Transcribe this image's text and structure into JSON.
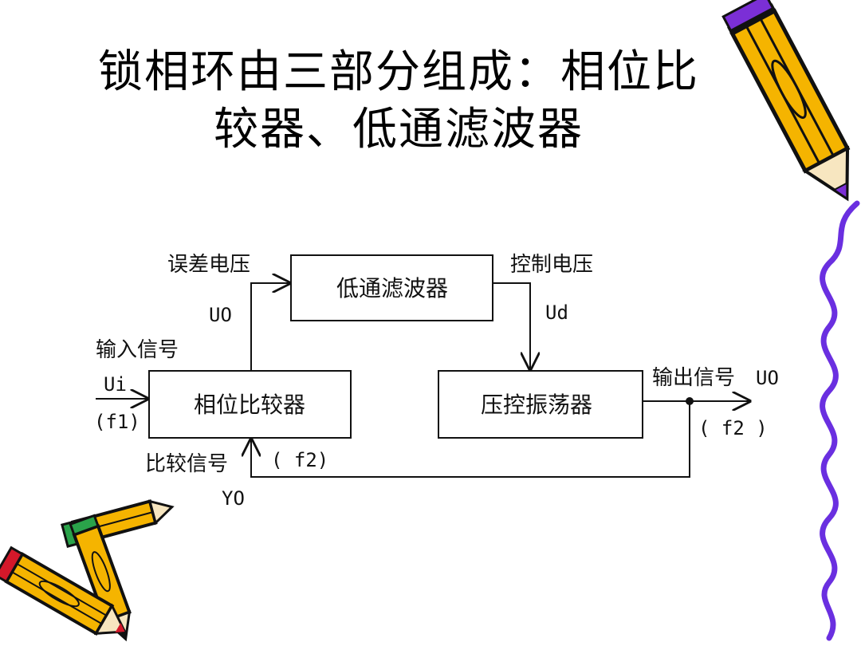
{
  "slide": {
    "title_line1": "锁相环由三部分组成：相位比",
    "title_line2": "较器、低通滤波器"
  },
  "diagram": {
    "blocks": {
      "lpf": "低通滤波器",
      "comparator": "相位比较器",
      "vco": "压控振荡器"
    },
    "labels": {
      "error_voltage": "误差电压",
      "control_voltage": "控制电压",
      "uo_top": "UO",
      "ud": "Ud",
      "input_signal": "输入信号",
      "ui": "Ui",
      "f1": "(f1)",
      "output_signal": "输出信号",
      "uo_out": "UO",
      "f2_right": "( f2 )",
      "compare_signal": "比较信号",
      "f2_bottom": "( f2)",
      "yo": "YO"
    }
  },
  "colors": {
    "line": "#111111",
    "pencil_body": "#f5b400",
    "pencil_dark": "#111111",
    "pencil_purple": "#7b2fd6",
    "pencil_red": "#d4182a",
    "pencil_green": "#2aa34a",
    "pencil_cream": "#f7e6c0",
    "squiggle": "#6a2fe0"
  },
  "decorations": [
    "pencil-icon",
    "pencil-icon",
    "pencil-icon",
    "squiggle-border"
  ]
}
